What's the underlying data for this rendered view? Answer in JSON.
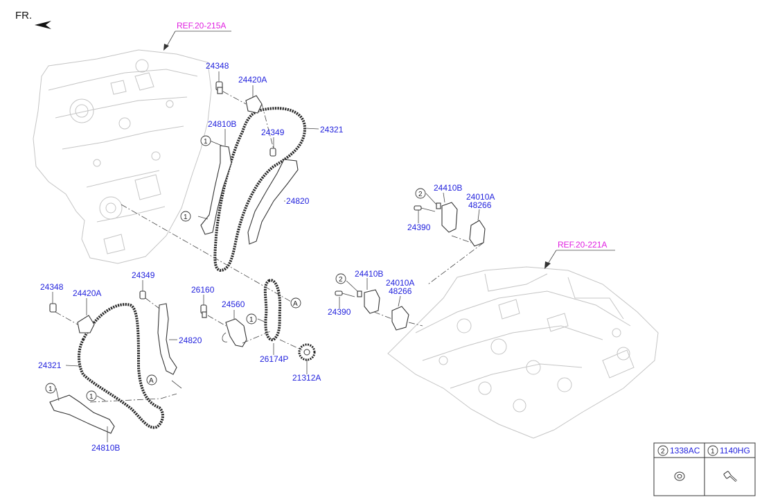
{
  "header": {
    "direction_label": "FR."
  },
  "refs": {
    "top": "REF.20-215A",
    "right": "REF.20-221A"
  },
  "labels": {
    "p24348_top": "24348",
    "p24420a_top": "24420A",
    "p24810b_top": "24810B",
    "p24349_top": "24349",
    "p24321_top": "24321",
    "p24820_top": "24820",
    "p24410b_top": "24410B",
    "p24010a_top": "24010A",
    "p48266_top": "48266",
    "p24390_top": "24390",
    "p24348_bot": "24348",
    "p24420a_bot": "24420A",
    "p24349_bot": "24349",
    "p26160": "26160",
    "p24560": "24560",
    "p24820_bot": "24820",
    "p24321_bot": "24321",
    "p26174p": "26174P",
    "p21312a": "21312A",
    "p24810b_bot": "24810B",
    "p24410b_mid": "24410B",
    "p24010a_mid": "24010A",
    "p48266_mid": "48266",
    "p24390_mid": "24390"
  },
  "callouts": {
    "one": "1",
    "two": "2",
    "a": "A"
  },
  "legend_table": {
    "col2_num": "2",
    "col2_part": "1338AC",
    "col1_num": "1",
    "col1_part": "1140HG"
  }
}
